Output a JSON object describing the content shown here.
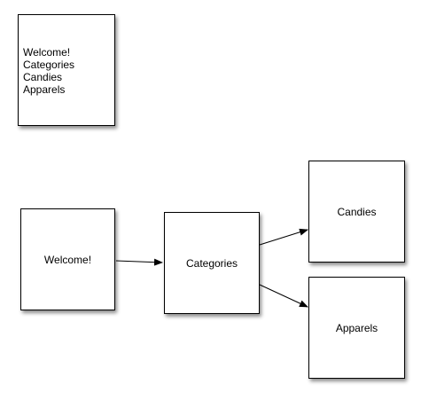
{
  "outline": {
    "items": [
      "Welcome!",
      "Categories",
      "Candies",
      "Apparels"
    ]
  },
  "nodes": {
    "welcome": "Welcome!",
    "categories": "Categories",
    "candies": "Candies",
    "apparels": "Apparels"
  },
  "edges": [
    {
      "from": "Welcome!",
      "to": "Categories"
    },
    {
      "from": "Categories",
      "to": "Candies"
    },
    {
      "from": "Categories",
      "to": "Apparels"
    }
  ]
}
